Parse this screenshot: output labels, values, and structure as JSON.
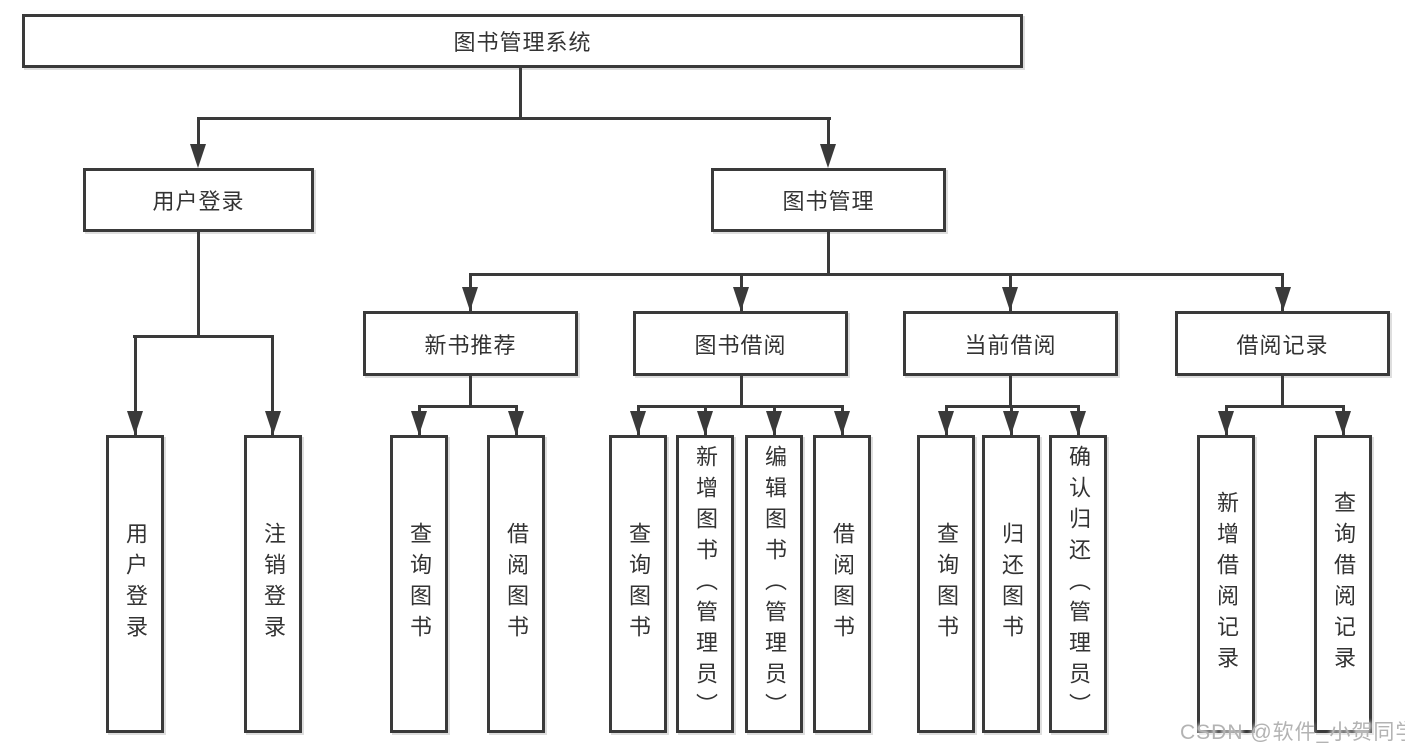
{
  "diagram": {
    "root": {
      "label": "图书管理系统"
    },
    "level2": [
      {
        "label": "用户登录"
      },
      {
        "label": "图书管理"
      }
    ],
    "level3": [
      {
        "label": "新书推荐"
      },
      {
        "label": "图书借阅"
      },
      {
        "label": "当前借阅"
      },
      {
        "label": "借阅记录"
      }
    ],
    "leaves": {
      "user_login": [
        {
          "label": "用户登录"
        },
        {
          "label": "注销登录"
        }
      ],
      "new_book": [
        {
          "label": "查询图书"
        },
        {
          "label": "借阅图书"
        }
      ],
      "book_borrow": [
        {
          "label": "查询图书"
        },
        {
          "label": "新增图书（管理员）"
        },
        {
          "label": "编辑图书（管理员）"
        },
        {
          "label": "借阅图书"
        }
      ],
      "current_borrow": [
        {
          "label": "查询图书"
        },
        {
          "label": "归还图书"
        },
        {
          "label": "确认归还（管理员）"
        }
      ],
      "borrow_records": [
        {
          "label": "新增借阅记录"
        },
        {
          "label": "查询借阅记录"
        }
      ]
    },
    "watermark": "CSDN @软件_小贺同学",
    "colors": {
      "line": "#3a3a3a",
      "text": "#333333",
      "watermark": "#b3b3b3",
      "background": "#ffffff"
    }
  }
}
